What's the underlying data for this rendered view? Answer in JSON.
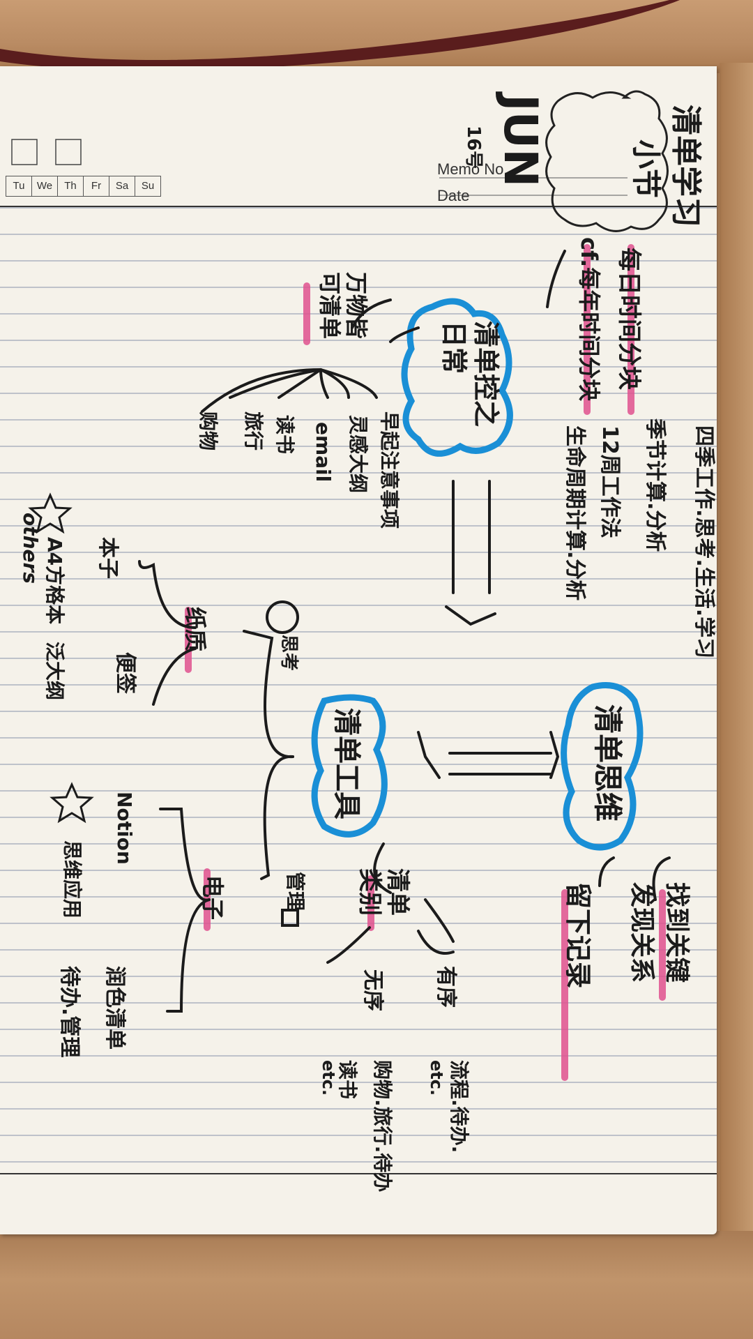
{
  "planner": {
    "days": [
      "Tu",
      "We",
      "Th",
      "Fr",
      "Sa",
      "Su"
    ],
    "memo_label": "Memo No.",
    "date_label": "Date"
  },
  "notes": {
    "title": "清单学习",
    "subtitle": "小节",
    "author": "JUN",
    "date": "16号",
    "daily_block": "每日时间分块",
    "daily_block_sub": "cf.每年时间分块",
    "four_seasons": "四季工作.思考.生活.学习",
    "season_plan": "季节计算.分析",
    "week12": "12周工作法",
    "life_plan": "生命周期计算.分析",
    "center_top": "清单控之日常",
    "errands": "万物皆可清单",
    "branches": [
      "早起注意事项",
      "灵感大纲",
      "email",
      "读书",
      "旅行",
      "购物"
    ],
    "thinking": "清单思维",
    "find_key": "找到关键",
    "find_relation": "发现关系",
    "keep_record": "留下记录",
    "tools": "清单工具",
    "idea_label": "思考",
    "paper": "纸质",
    "notebook": "本子",
    "sticky": "便签",
    "a4": "A4方格本",
    "outline": "泛大纲",
    "others": "others",
    "electronic": "电子",
    "notion": "Notion",
    "mindmap": "思维应用",
    "manage": "管理",
    "categories": "清单类别",
    "ordered": "有序",
    "unordered": "无序",
    "ordered_items": "流程.待办.",
    "ordered_etc": "etc.",
    "unordered_items": "购物.旅行.待办",
    "unordered_items2": "读书",
    "unordered_etc": "etc.",
    "detailed": "润色清单",
    "todo": "待办.管理"
  },
  "colors": {
    "blue_marker": "#1a8fd6",
    "pink_marker": "#e0528f",
    "ink": "#1b1b1b"
  }
}
